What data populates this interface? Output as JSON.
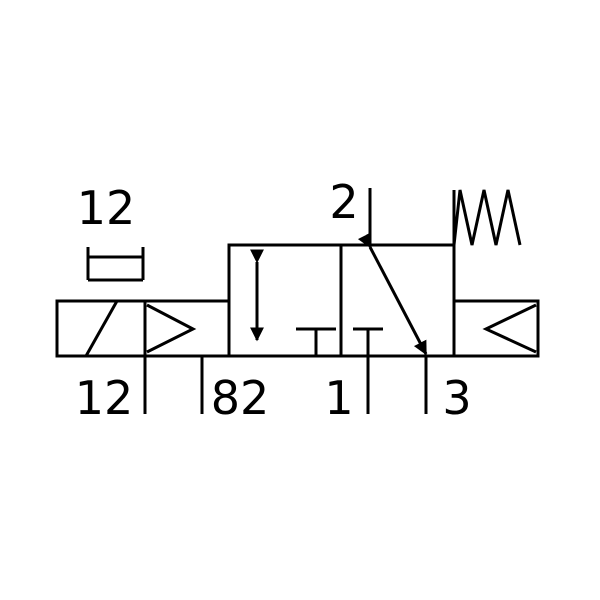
{
  "symbol": {
    "labels": {
      "pilot_port": "12",
      "solenoid_port": "12",
      "aux_port": "82",
      "supply_port": "1",
      "output_port": "2",
      "exhaust_port": "3"
    },
    "colors": {
      "line": "#000000",
      "background": "#ffffff"
    }
  }
}
